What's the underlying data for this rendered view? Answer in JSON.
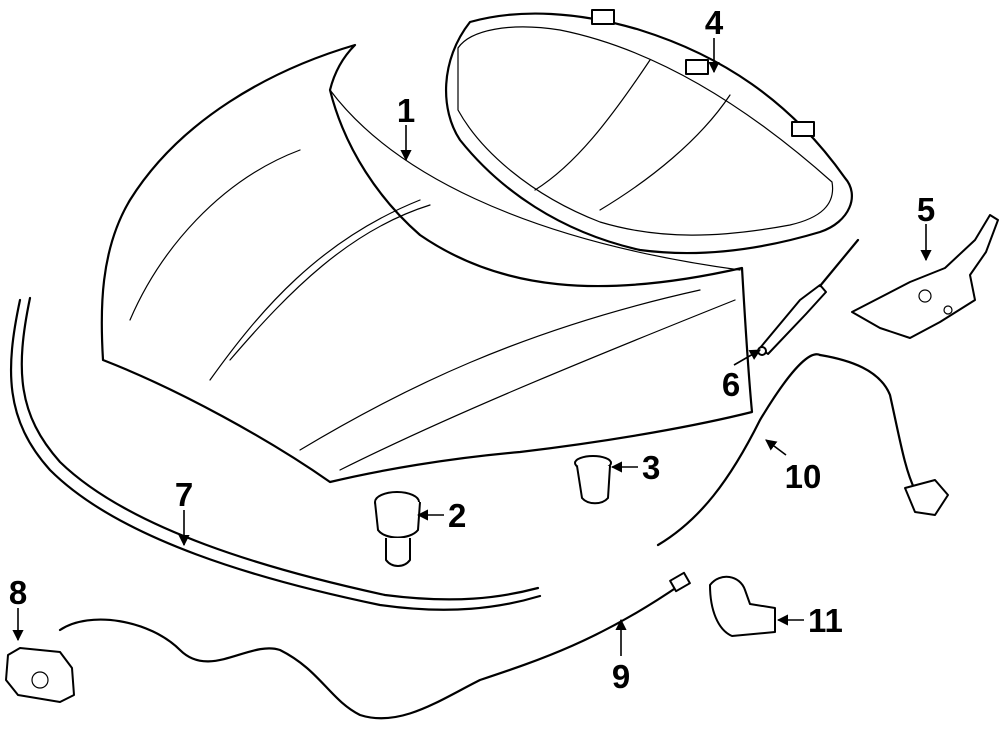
{
  "callouts": [
    {
      "id": "hood",
      "number": "1"
    },
    {
      "id": "hinge-bumper",
      "number": "2"
    },
    {
      "id": "bumper-grommet",
      "number": "3"
    },
    {
      "id": "insulator",
      "number": "4"
    },
    {
      "id": "hinge",
      "number": "5"
    },
    {
      "id": "lift-strut",
      "number": "6"
    },
    {
      "id": "seal",
      "number": "7"
    },
    {
      "id": "latch",
      "number": "8"
    },
    {
      "id": "release-cable",
      "number": "9"
    },
    {
      "id": "release-cable-upper",
      "number": "10"
    },
    {
      "id": "release-handle",
      "number": "11"
    }
  ],
  "colors": {
    "line": "#000000",
    "background": "#ffffff"
  }
}
